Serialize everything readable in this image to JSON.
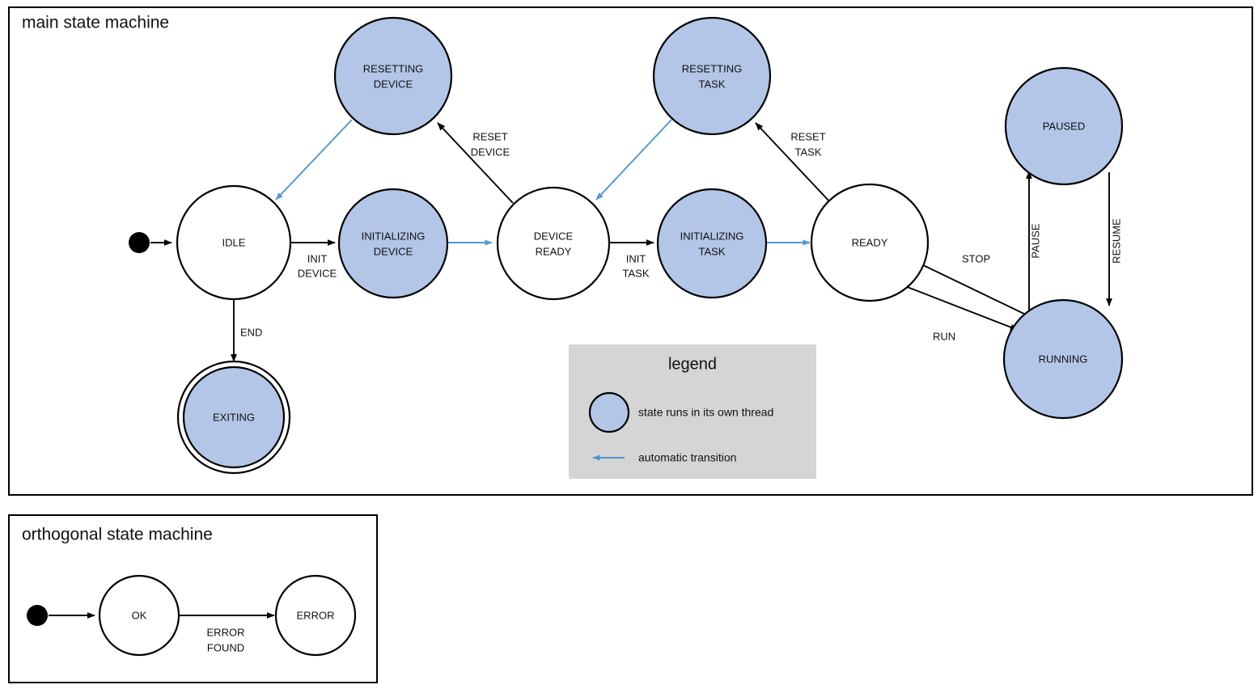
{
  "colors": {
    "thread_state_fill": "#b3c6e7",
    "plain_state_fill": "#ffffff",
    "stroke": "#000000",
    "auto_transition": "#4f97d1",
    "legend_background": "#d5d5d5",
    "canvas": "#ffffff"
  },
  "main_machine": {
    "title": "main state machine",
    "states": [
      {
        "id": "idle",
        "label_line1": "IDLE",
        "label_line2": "",
        "threaded": false,
        "final": false
      },
      {
        "id": "resetting-device",
        "label_line1": "RESETTING",
        "label_line2": "DEVICE",
        "threaded": true,
        "final": false
      },
      {
        "id": "initializing-device",
        "label_line1": "INITIALIZING",
        "label_line2": "DEVICE",
        "threaded": true,
        "final": false
      },
      {
        "id": "device-ready",
        "label_line1": "DEVICE",
        "label_line2": "READY",
        "threaded": false,
        "final": false
      },
      {
        "id": "resetting-task",
        "label_line1": "RESETTING",
        "label_line2": "TASK",
        "threaded": true,
        "final": false
      },
      {
        "id": "initializing-task",
        "label_line1": "INITIALIZING",
        "label_line2": "TASK",
        "threaded": true,
        "final": false
      },
      {
        "id": "ready",
        "label_line1": "READY",
        "label_line2": "",
        "threaded": false,
        "final": false
      },
      {
        "id": "paused",
        "label_line1": "PAUSED",
        "label_line2": "",
        "threaded": true,
        "final": false
      },
      {
        "id": "running",
        "label_line1": "RUNNING",
        "label_line2": "",
        "threaded": true,
        "final": false
      },
      {
        "id": "exiting",
        "label_line1": "EXITING",
        "label_line2": "",
        "threaded": true,
        "final": true
      }
    ],
    "transitions": [
      {
        "id": "start-idle",
        "from": "initial",
        "to": "idle",
        "label_line1": "",
        "label_line2": "",
        "automatic": false
      },
      {
        "id": "idle-init-device",
        "from": "idle",
        "to": "initializing-device",
        "label_line1": "INIT",
        "label_line2": "DEVICE",
        "automatic": false
      },
      {
        "id": "idle-end",
        "from": "idle",
        "to": "exiting",
        "label_line1": "END",
        "label_line2": "",
        "automatic": false
      },
      {
        "id": "init-device-auto",
        "from": "initializing-device",
        "to": "device-ready",
        "label_line1": "",
        "label_line2": "",
        "automatic": true
      },
      {
        "id": "device-ready-reset",
        "from": "device-ready",
        "to": "resetting-device",
        "label_line1": "RESET",
        "label_line2": "DEVICE",
        "automatic": false
      },
      {
        "id": "resetting-device-auto",
        "from": "resetting-device",
        "to": "idle",
        "label_line1": "",
        "label_line2": "",
        "automatic": true
      },
      {
        "id": "device-ready-init-task",
        "from": "device-ready",
        "to": "initializing-task",
        "label_line1": "INIT",
        "label_line2": "TASK",
        "automatic": false
      },
      {
        "id": "init-task-auto",
        "from": "initializing-task",
        "to": "ready",
        "label_line1": "",
        "label_line2": "",
        "automatic": true
      },
      {
        "id": "ready-reset-task",
        "from": "ready",
        "to": "resetting-task",
        "label_line1": "RESET",
        "label_line2": "TASK",
        "automatic": false
      },
      {
        "id": "resetting-task-auto",
        "from": "resetting-task",
        "to": "device-ready",
        "label_line1": "",
        "label_line2": "",
        "automatic": true
      },
      {
        "id": "ready-run",
        "from": "ready",
        "to": "running",
        "label_line1": "RUN",
        "label_line2": "",
        "automatic": false
      },
      {
        "id": "running-stop",
        "from": "running",
        "to": "ready",
        "label_line1": "STOP",
        "label_line2": "",
        "automatic": false
      },
      {
        "id": "running-pause",
        "from": "running",
        "to": "paused",
        "label_line1": "PAUSE",
        "label_line2": "",
        "automatic": false
      },
      {
        "id": "paused-resume",
        "from": "paused",
        "to": "running",
        "label_line1": "RESUME",
        "label_line2": "",
        "automatic": false
      }
    ]
  },
  "legend": {
    "title": "legend",
    "entries": [
      {
        "id": "threaded-state",
        "icon": "blue-circle-icon",
        "text": "state runs in its own thread"
      },
      {
        "id": "automatic-arrow",
        "icon": "blue-left-arrow-icon",
        "text": "automatic transition"
      }
    ]
  },
  "orthogonal_machine": {
    "title": "orthogonal state machine",
    "states": [
      {
        "id": "ok",
        "label_line1": "OK",
        "label_line2": "",
        "threaded": false,
        "final": false
      },
      {
        "id": "error",
        "label_line1": "ERROR",
        "label_line2": "",
        "threaded": false,
        "final": false
      }
    ],
    "transitions": [
      {
        "id": "start-ok",
        "from": "initial",
        "to": "ok",
        "label_line1": "",
        "label_line2": "",
        "automatic": false
      },
      {
        "id": "ok-to-error",
        "from": "ok",
        "to": "error",
        "label_line1": "ERROR",
        "label_line2": "FOUND",
        "automatic": false
      }
    ]
  }
}
